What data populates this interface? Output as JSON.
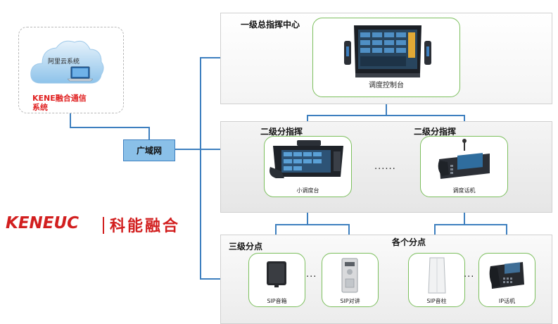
{
  "cloud": {
    "label": "阿里云系统",
    "system_name": "KENE融合通信\n系统"
  },
  "wan": {
    "label": "广域网"
  },
  "logo": {
    "english": "KENEUC",
    "chinese": "科能融合"
  },
  "tier1": {
    "title": "一级总指挥中心",
    "node": {
      "label": "调度控制台"
    }
  },
  "tier2": {
    "left_title": "二级分指挥",
    "right_title": "二级分指挥",
    "ellipsis": "......",
    "nodes": [
      {
        "label": "小调度台"
      },
      {
        "label": "调度话机"
      }
    ]
  },
  "tier3": {
    "left_title": "三级分点",
    "right_title": "各个分点",
    "ellipsis_left": "...",
    "ellipsis_right": "...",
    "nodes": [
      {
        "label": "SIP音箱"
      },
      {
        "label": "SIP对讲"
      },
      {
        "label": "SIP音柱"
      },
      {
        "label": "IP话机"
      }
    ]
  },
  "colors": {
    "connector": "#3d7fbf",
    "node_border": "#7cbf5d",
    "brand_red": "#d21f1f",
    "wan_fill": "#8ac0e8"
  }
}
